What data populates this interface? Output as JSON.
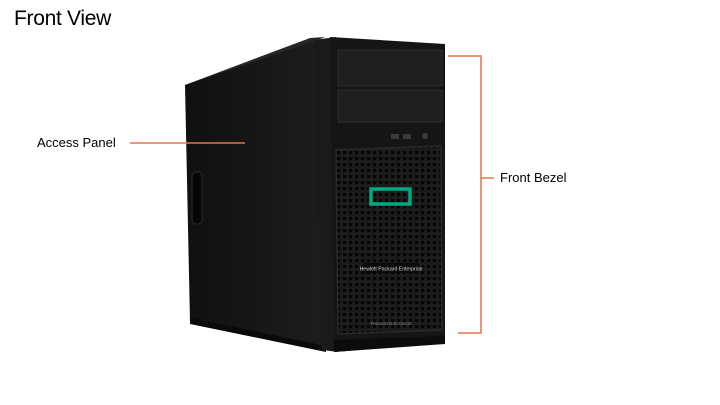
{
  "page": {
    "title": "Front View"
  },
  "callouts": {
    "access_panel": "Access Panel",
    "front_bezel": "Front Bezel"
  },
  "server": {
    "brand_text": "Hewlett Packard Enterprise",
    "model_text": "ProLiant ML30 Gen10"
  },
  "colors": {
    "callout_line": "#e8724a",
    "logo_accent": "#01a982",
    "chassis": "#141414"
  }
}
